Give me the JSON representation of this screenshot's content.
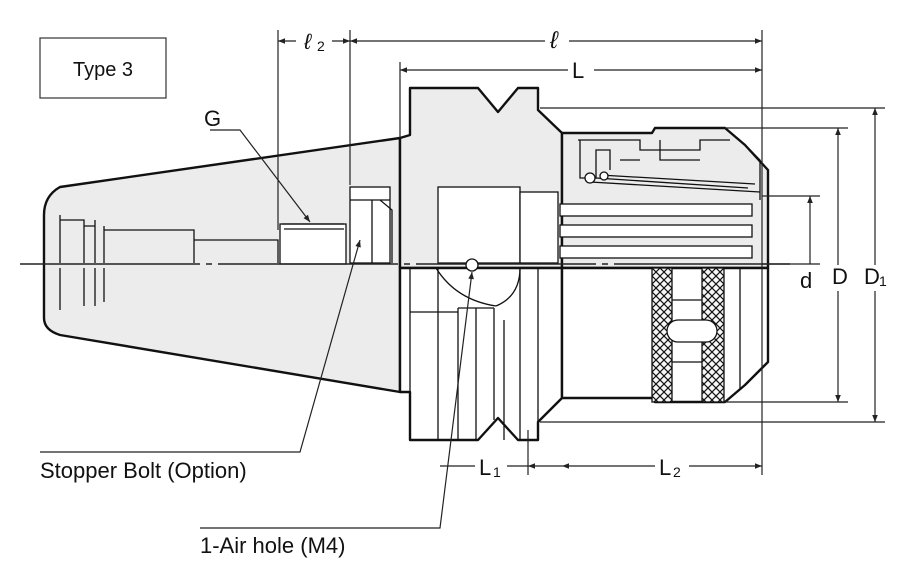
{
  "type_box": {
    "label": "Type 3"
  },
  "labels": {
    "G": "G",
    "stopper_bolt": "Stopper Bolt (Option)",
    "air_hole": "1-Air hole (M4)"
  },
  "dimensions": {
    "l": "ℓ",
    "l2_main": "ℓ",
    "l2_sub": "2",
    "L": "L",
    "L1_main": "L",
    "L1_sub": "1",
    "L2_main": "L",
    "L2_sub": "2",
    "d": "d",
    "D": "D",
    "D1_main": "D",
    "D1_sub": "1"
  },
  "colors": {
    "fill": "#ececec",
    "line": "#111111"
  }
}
